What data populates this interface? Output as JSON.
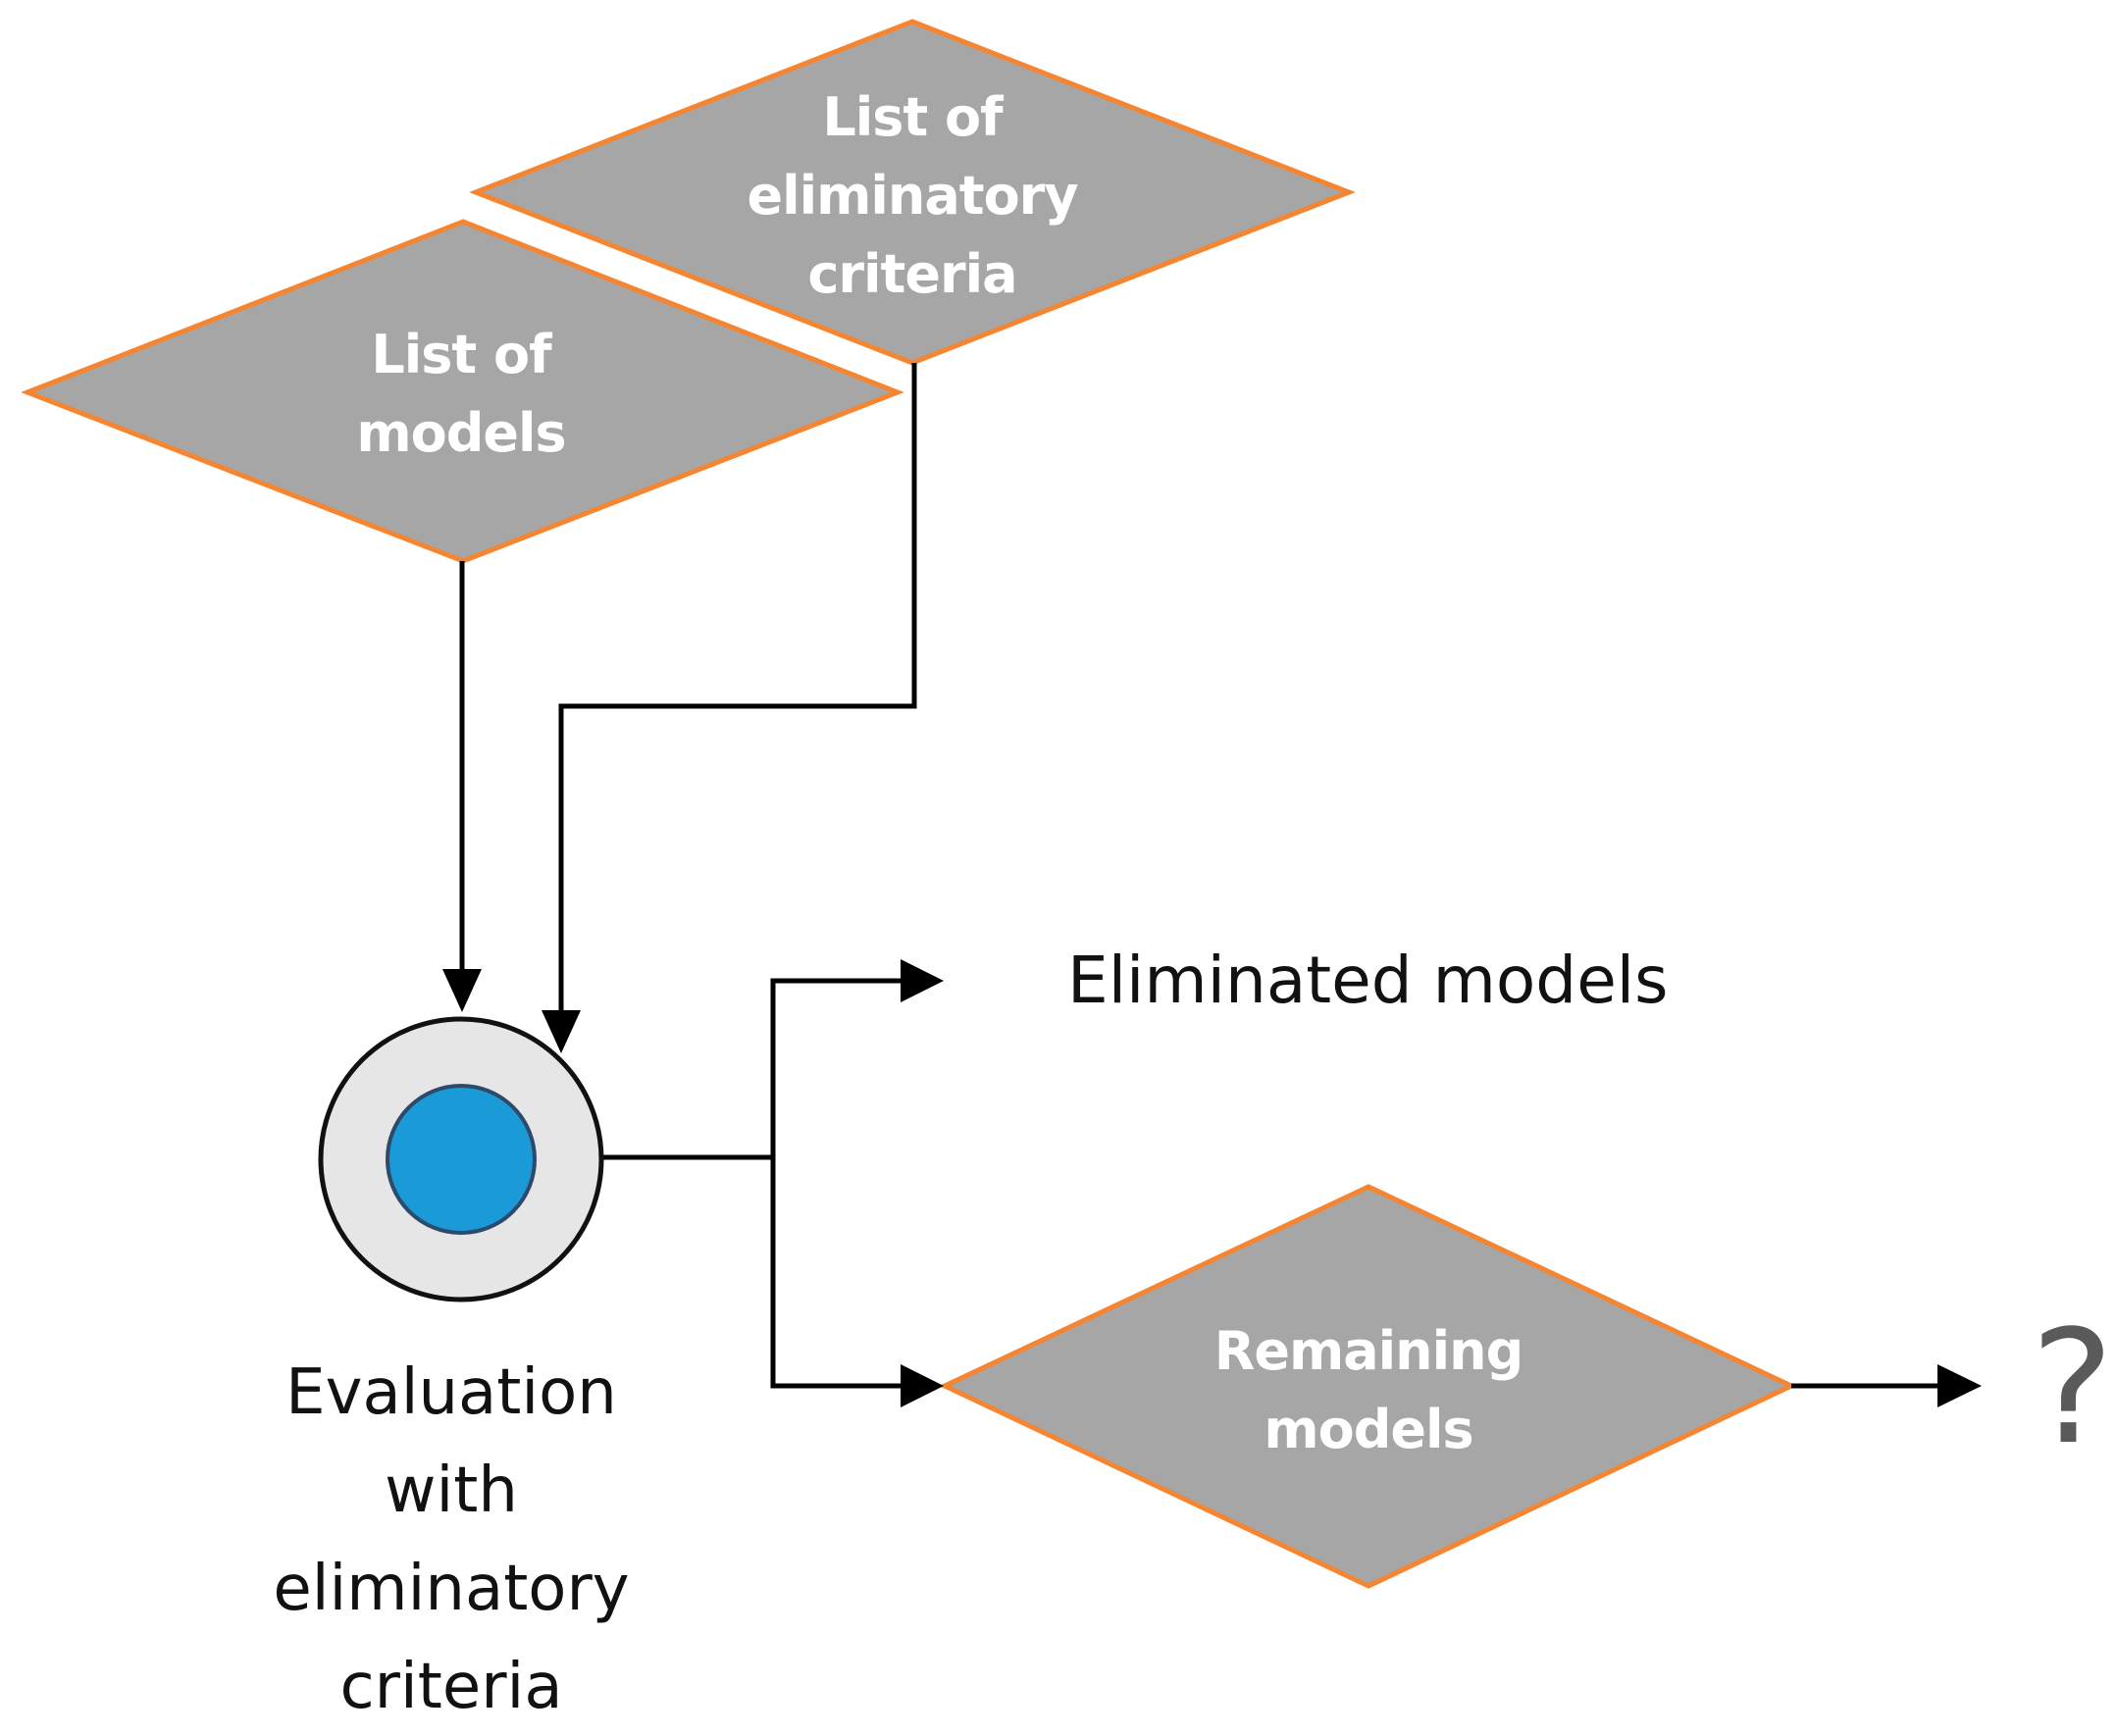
{
  "colors": {
    "diamond_fill": "#a6a6a6",
    "diamond_border": "#f58530",
    "connector": "#000000",
    "circle_outer": "#e6e6e6",
    "circle_inner": "#1b9ad8",
    "circle_inner_border": "#2e4a6b"
  },
  "nodes": {
    "list_of_criteria": {
      "line1": "List of",
      "line2": "eliminatory",
      "line3": "criteria"
    },
    "list_of_models": {
      "line1": "List of",
      "line2": "models"
    },
    "evaluation": {
      "line1": "Evaluation",
      "line2": "with",
      "line3": "eliminatory",
      "line4": "criteria"
    },
    "eliminated_models": {
      "label": "Eliminated models"
    },
    "remaining_models": {
      "line1": "Remaining",
      "line2": "models"
    },
    "unknown_next": {
      "label": "?"
    }
  }
}
